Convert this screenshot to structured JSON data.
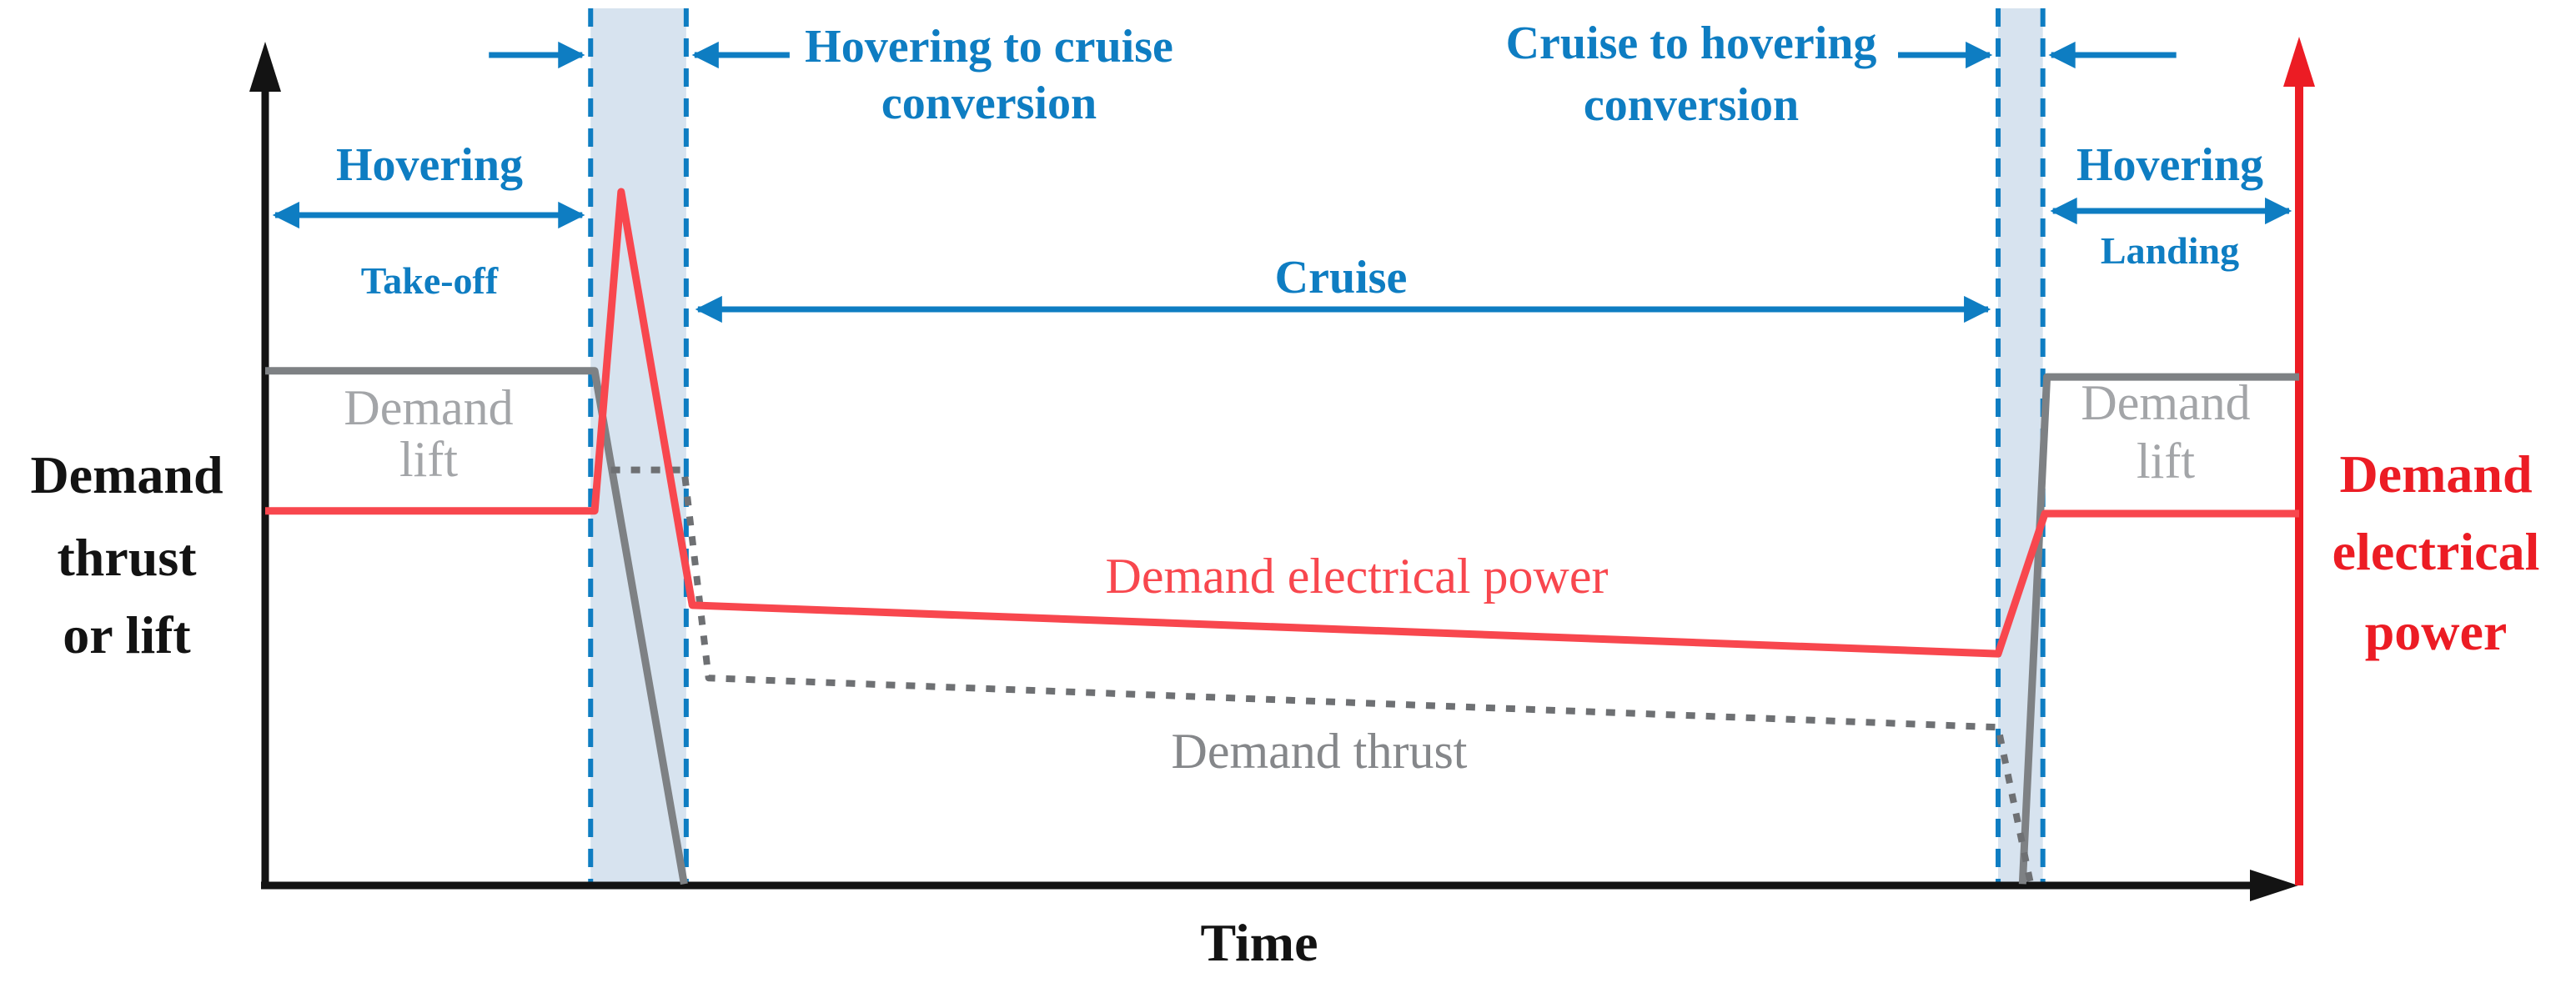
{
  "colors": {
    "blue": "#0e7dc2",
    "band_fill": "#d7e3ef",
    "red_axis": "#ec1c24",
    "red_curve": "#f8474e",
    "gray_solid": "#7e8184",
    "gray_dotted": "#6e7073",
    "gray_text": "#a3a5a8",
    "gray_thrust_text": "#85878a",
    "black": "#131313"
  },
  "labels": {
    "phase_hover_left_title": "Hovering",
    "phase_hover_left_sub": "Take-off",
    "conv1_line1": "Hovering to cruise",
    "conv1_line2": "conversion",
    "phase_cruise": "Cruise",
    "conv2_line1": "Cruise to hovering",
    "conv2_line2": "conversion",
    "phase_hover_right_title": "Hovering",
    "phase_hover_right_sub": "Landing",
    "lift_left_line1": "Demand",
    "lift_left_line2": "lift",
    "lift_right_line1": "Demand",
    "lift_right_line2": "lift",
    "power_curve_label": "Demand electrical power",
    "thrust_curve_label": "Demand thrust",
    "y_left_line1": "Demand",
    "y_left_line2": "thrust",
    "y_left_line3": "or lift",
    "y_right_line1": "Demand",
    "y_right_line2": "electrical",
    "y_right_line3": "power",
    "x_axis": "Time"
  },
  "chart_data": {
    "type": "line",
    "title": "",
    "xlabel": "Time",
    "ylabel_left": "Demand thrust or lift",
    "ylabel_right": "Demand electrical power",
    "x_range_norm": [
      0,
      1
    ],
    "y_range_norm": [
      0,
      1
    ],
    "grid": false,
    "legend_position": "inline-labels",
    "phases": [
      {
        "name": "Hovering (Take-off)",
        "t": [
          0,
          0.16
        ]
      },
      {
        "name": "Hovering to cruise conversion",
        "t": [
          0.16,
          0.207
        ]
      },
      {
        "name": "Cruise",
        "t": [
          0.207,
          0.852
        ]
      },
      {
        "name": "Cruise to hovering conversion",
        "t": [
          0.852,
          0.874
        ]
      },
      {
        "name": "Hovering (Landing)",
        "t": [
          0.874,
          1.0
        ]
      }
    ],
    "bands": [
      [
        0.16,
        0.207
      ],
      [
        0.852,
        0.874
      ]
    ],
    "series": [
      {
        "name": "Demand lift",
        "style": "solid",
        "color_key": "gray_solid",
        "width": 9,
        "segments": [
          [
            [
              0,
              0.742
            ],
            [
              0.162,
              0.742
            ],
            [
              0.206,
              0.002
            ]
          ],
          [
            [
              0.864,
              0.002
            ],
            [
              0.876,
              0.733
            ],
            [
              1,
              0.733
            ]
          ]
        ]
      },
      {
        "name": "Demand thrust",
        "style": "dotted",
        "color_key": "gray_dotted",
        "width": 8,
        "segments": [
          [
            [
              0.17,
              0.599
            ],
            [
              0.206,
              0.599
            ],
            [
              0.218,
              0.299
            ],
            [
              0.852,
              0.228
            ],
            [
              0.868,
              0.002
            ]
          ]
        ]
      },
      {
        "name": "Demand electrical power",
        "style": "solid",
        "color_key": "red_curve",
        "width": 9,
        "segments": [
          [
            [
              0,
              0.54
            ],
            [
              0.162,
              0.54
            ],
            [
              0.175,
              1.0
            ],
            [
              0.21,
              0.404
            ],
            [
              0.852,
              0.334
            ],
            [
              0.875,
              0.536
            ],
            [
              1,
              0.536
            ]
          ]
        ]
      }
    ]
  }
}
